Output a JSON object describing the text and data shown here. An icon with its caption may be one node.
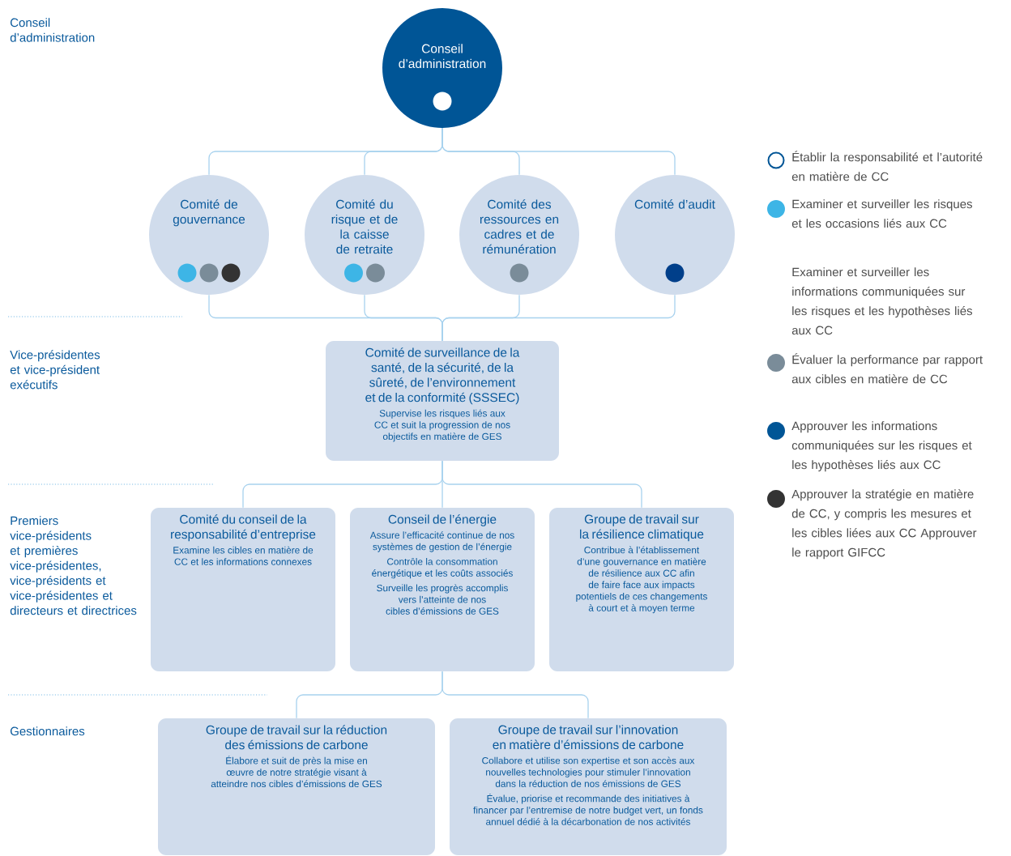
{
  "diagram": {
    "nodes": [
      {
        "text": [
          "Conseil d’administration"
        ]
      },
      {
        "text": [
          "Comité de gouvernance"
        ]
      },
      {
        "text": [
          "Comité du risque et de la caisse de retraite"
        ]
      },
      {
        "text": [
          "Comité des ressources en cadres et de rémunération"
        ]
      },
      {
        "text": [
          "Comité d’audit"
        ]
      },
      {
        "text": [
          "Comité de surveillance de la santé, de la sécurité, de la sûreté, de l’environnement et de la conformité (SSSEC)",
          "Supervise les risques liés aux CC et suit la progression de nos objectifs en matière de GES"
        ]
      },
      {
        "text": [
          "Comité du conseil de la responsabilité d’entreprise",
          "Examine les cibles en matière de CC et les informations connexes"
        ]
      },
      {
        "text": [
          "Conseil de l’énergie",
          "Assure l’efficacité continue de nos systèmes de gestion de l’énergie",
          "Contrôle la consommation énergétique et les coûts associés",
          "Surveille les progrès accomplis vers l’atteinte de nos cibles d’émissions de GES"
        ]
      },
      {
        "text": [
          "Groupe de travail sur la résilience climatique",
          "Contribue à l’établissement d’une gouvernance en matière de résilience aux CC afin de faire face aux impacts potentiels de ces changements à court et à moyen terme"
        ]
      },
      {
        "text": [
          "Groupe de travail sur la réduction des émissions de carbone",
          "Élabore et suit de près la mise en œuvre de notre stratégie visant à atteindre nos cibles d’émissions de GES"
        ]
      },
      {
        "text": [
          "Groupe de travail sur l’innovation en matière d’émissions de carbone",
          "Collabore et utilise son expertise et son accès aux nouvelles technologies pour stimuler l’innovation dans la réduction de nos émissions de GES",
          "Évalue, priorise et recommande des initiatives à financer par l’entremise de notre budget vert, un fonds annuel dédié à la décarbonation de nos activités"
        ]
      }
    ],
    "edges": [
      {
        "from": 0,
        "to": 1,
        "arrow": "none"
      },
      {
        "from": 0,
        "to": 2,
        "arrow": "none"
      },
      {
        "from": 0,
        "to": 3,
        "arrow": "none"
      },
      {
        "from": 0,
        "to": 4,
        "arrow": "none"
      },
      {
        "from": 1,
        "to": 5,
        "arrow": "none"
      },
      {
        "from": 2,
        "to": 5,
        "arrow": "none"
      },
      {
        "from": 3,
        "to": 5,
        "arrow": "none"
      },
      {
        "from": 4,
        "to": 5,
        "arrow": "none"
      },
      {
        "from": 5,
        "to": 6,
        "arrow": "none"
      },
      {
        "from": 5,
        "to": 7,
        "arrow": "none"
      },
      {
        "from": 5,
        "to": 8,
        "arrow": "none"
      },
      {
        "from": 7,
        "to": 9,
        "arrow": "none"
      },
      {
        "from": 7,
        "to": 10,
        "arrow": "none"
      }
    ],
    "labels": [
      "Conseil d’administration",
      "Vice-présidentes et vice-président exécutifs",
      "Premiers vice-présidents et premières vice-présidentes, vice-présidents et vice-présidentes et directeurs et directrices",
      "Gestionnaires",
      "Examiner et surveiller les informations communiquées sur les risques et les hypothèses liés aux CC"
    ],
    "legend": [
      {
        "text": "Établir la responsabilité et l’autorité en matière de CC"
      },
      {
        "text": "Examiner et surveiller les risques et les occasions liés aux CC",
        "color": "#3db5e6"
      },
      {
        "text": "Évaluer la performance par rapport aux cibles en matière de CC",
        "color": "#7a8c99"
      },
      {
        "text": "Approuver les informations communiquées sur les risques et les hypothèses liés aux CC",
        "color": "#005596"
      },
      {
        "text": "Approuver la stratégie en matière de CC, y compris les mesures et les cibles liées aux CC Approuver le rapport GIFCC",
        "color": "#333333"
      }
    ]
  }
}
